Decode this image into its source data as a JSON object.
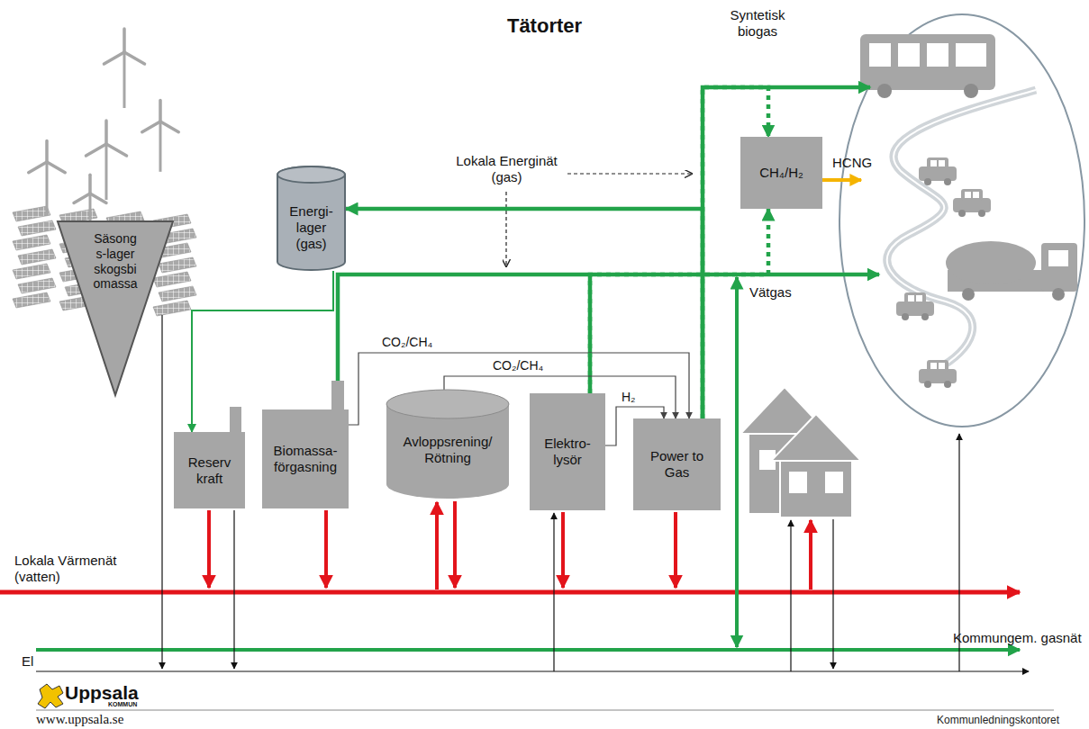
{
  "diagram": {
    "title": "Tätorter",
    "nodes": [
      {
        "text": [
          "Energi- lager (gas)"
        ]
      },
      {
        "text": [
          "Säsong s-lager skogsbi omassa"
        ]
      },
      {
        "text": [
          "Reserv kraft"
        ]
      },
      {
        "text": [
          "Biomassa- förgasning"
        ]
      },
      {
        "text": [
          "Avloppsrening/ Rötning"
        ]
      },
      {
        "text": [
          "Elektro- lysör"
        ]
      },
      {
        "text": [
          "Power to Gas"
        ]
      },
      {
        "text": [
          "CH₄/H₂"
        ]
      }
    ],
    "edges": [
      {
        "from": 0,
        "to": 2,
        "arrow": "to"
      },
      {
        "from": 6,
        "to": 0,
        "arrow": "to"
      },
      {
        "from": 3,
        "to": 6,
        "arrow": "to",
        "label": "CO₂/CH₄"
      },
      {
        "from": 4,
        "to": 6,
        "arrow": "to",
        "label": "CO₂/CH₄"
      },
      {
        "from": 5,
        "to": 6,
        "arrow": "to",
        "label": "H₂"
      },
      {
        "from": 6,
        "to": 7,
        "arrow": "to"
      },
      {
        "from": 5,
        "to": 7,
        "arrow": "to"
      }
    ],
    "labels": [
      "Syntetisk biogas",
      "Lokala Energinät (gas)",
      "HCNG",
      "Vätgas",
      "Lokala Värmenät (vatten)",
      "Kommungem. gasnät",
      "El",
      "Uppsala",
      "KOMMUN",
      "www.uppsala.se",
      "Kommunledningskontoret"
    ]
  }
}
